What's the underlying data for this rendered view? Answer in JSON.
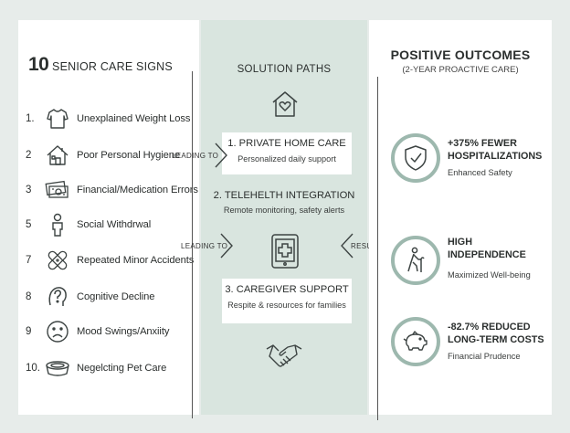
{
  "left": {
    "title_num": "10",
    "title_text": " SENIOR CARE SIGNS",
    "signs": [
      {
        "num": "1.",
        "label": "Unexplained Weight Loss",
        "icon": "shirt-icon"
      },
      {
        "num": "2",
        "label": "Poor Personal Hygiene",
        "icon": "house-icon"
      },
      {
        "num": "3",
        "label": "Financial/Medication Errors",
        "icon": "money-icon"
      },
      {
        "num": "5",
        "label": "Social Withdrwal",
        "icon": "person-icon"
      },
      {
        "num": "7",
        "label": "Repeated Minor Accidents",
        "icon": "bandage-icon"
      },
      {
        "num": "8",
        "label": "Cognitive Decline",
        "icon": "question-head-icon"
      },
      {
        "num": "9",
        "label": "Mood Swings/Anxiity",
        "icon": "sad-face-icon"
      },
      {
        "num": "10.",
        "label": "Negelcting Pet Care",
        "icon": "pet-bowl-icon"
      }
    ]
  },
  "middle": {
    "title": "SOLUTION PATHS",
    "paths": [
      {
        "title": "1. PRIVATE HOME CARE",
        "subtitle": "Personalized daily support"
      },
      {
        "title": "2. TELEHELTH INTEGRATION",
        "subtitle": "Remote monitoring, safety alerts"
      },
      {
        "title": "3. CAREGIVER SUPPORT",
        "subtitle": "Respite & resources for families"
      }
    ],
    "arrows": {
      "leading_to_top": "LEADING TO",
      "leading_to_mid": "LEADING TO",
      "results_in": "RESULTS IN"
    }
  },
  "right": {
    "title": "POSITIVE OUTCOMES",
    "subtitle": "(2-YEAR PROACTIVE CARE)",
    "outcomes": [
      {
        "line1": "+375% FEWER",
        "line2": "HOSPITALIZATIONS",
        "caption": "Enhanced Safety",
        "icon": "shield-check-icon"
      },
      {
        "line1": "HIGH INDEPENDENCE",
        "line2": "",
        "caption": "Maximized Well-being",
        "icon": "walking-cane-icon"
      },
      {
        "line1": "-82.7% REDUCED",
        "line2": "LONG-TERM COSTS",
        "caption": "Financial Prudence",
        "icon": "piggy-bank-icon"
      }
    ]
  },
  "colors": {
    "background": "#e7ecea",
    "middle_panel": "#d9e5df",
    "accent": "#9db8ae",
    "icon_stroke": "#3d4443"
  }
}
